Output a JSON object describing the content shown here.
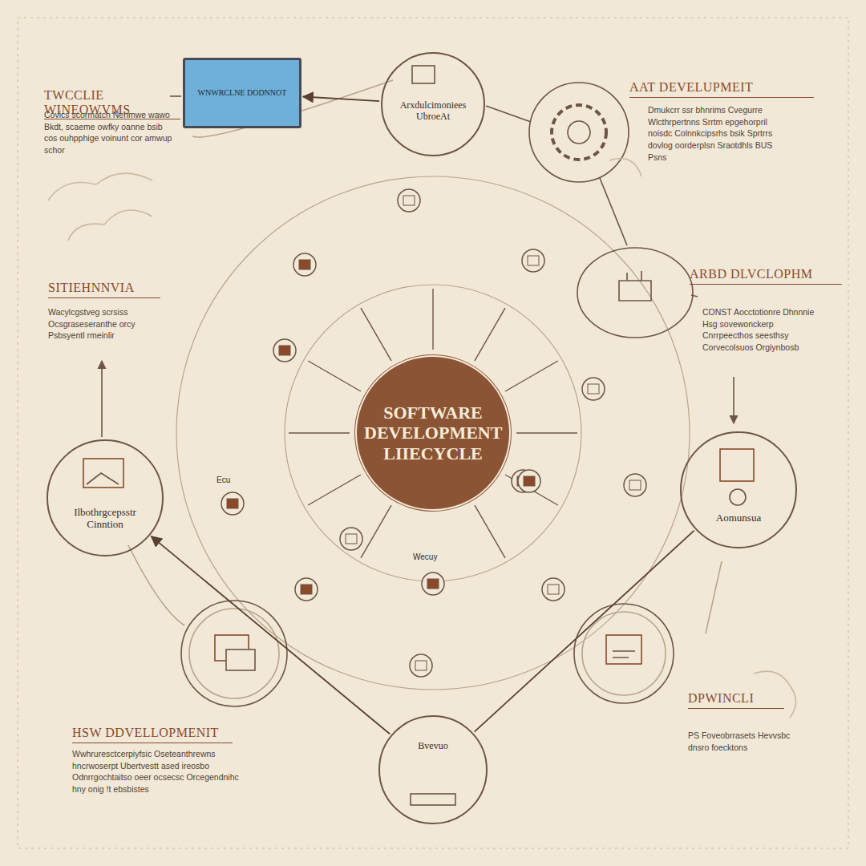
{
  "diagram": {
    "nodes": [
      {
        "text": [
          "WNWRCLNE DODNNOT"
        ]
      },
      {
        "text": [
          "Arxdulcimoniees UbroeAt"
        ]
      },
      {
        "text": [
          "SOFTWARE DEVELOPMENT LIIECYCLE"
        ]
      },
      {
        "text": [
          "Ilbothrgcepsstr Cinntion"
        ]
      },
      {
        "text": [
          "Aomunsua"
        ]
      },
      {
        "text": [
          "Bvevuo"
        ]
      }
    ],
    "edges": [
      {
        "from": 1,
        "to": 0,
        "arrow": "to"
      },
      {
        "from": 5,
        "to": 3,
        "arrow": "to"
      },
      {
        "from": 4,
        "to": 5,
        "arrow": "none"
      }
    ],
    "labels": [
      "TWCCLIE WINEOWVMS",
      "Covics scormatch Nehmwe wawo Bkdt, scaeme owfky oanne bsib cos ouhpphige voinunt cor amwup schor",
      "AAT DEVELUPMEIT",
      "Dmukcrr ssr bhnrims Cvegurre Wlcthrpertnns Srrtm epgehorpril noisdc Colnnkcipsrhs bsik Sprtrrs dovlog oorderplsn Sraotdhls BUS Psns",
      "SITIEHNNVIA",
      "Wacylcgstveg scrsiss Ocsgraseseranthe orcy Psbsyentl rmeinlir",
      "ARBD DLVCLOPHM",
      "CONST Aocctotionre Dhnnnie Hsg sovewonckerp Cnrrpeecthos seesthsy Corvecolsuos Orgiynbosb",
      "Ecu",
      "Wecuy",
      "HSW DDVELLOPMENIT",
      "Wwhruresctcerpiyfsic Oseteanthrewns hncrwoserpt Ubertvestt ased ireosbo Odnrrgochtaitso oeer ocsecsc Orcegendnihc hny onig !t ebsbistes",
      "DPWINCLI",
      "PS Foveobrrasets Hevvsbc dnsro foecktons"
    ]
  }
}
